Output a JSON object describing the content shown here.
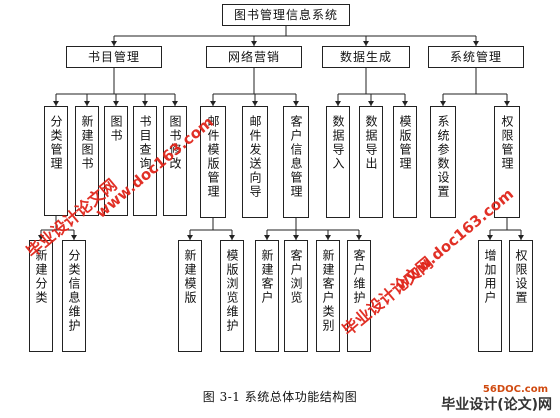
{
  "root": "图书管理信息系统",
  "modules": [
    {
      "name": "书目管理",
      "children": [
        {
          "name": "分类管理",
          "children": [
            "新建分类",
            "分类信息维护"
          ]
        },
        {
          "name": "新建图书",
          "children": []
        },
        {
          "name": "图书",
          "children": []
        },
        {
          "name": "书目查询",
          "children": []
        },
        {
          "name": "图书修改",
          "children": []
        }
      ]
    },
    {
      "name": "网络营销",
      "children": [
        {
          "name": "邮件模版管理",
          "children": [
            "新建模版",
            "模版浏览维护"
          ]
        },
        {
          "name": "邮件发送向导",
          "children": []
        },
        {
          "name": "客户信息管理",
          "children": [
            "新建客户",
            "客户浏览",
            "新建客户类别",
            "客户维护"
          ]
        }
      ]
    },
    {
      "name": "数据生成",
      "children": [
        {
          "name": "数据导入",
          "children": []
        },
        {
          "name": "数据导出",
          "children": []
        },
        {
          "name": "模版管理",
          "children": []
        }
      ]
    },
    {
      "name": "系统管理",
      "children": [
        {
          "name": "系统参数设置",
          "children": []
        },
        {
          "name": "权限管理",
          "children": [
            "增加用户",
            "权限设置"
          ]
        }
      ]
    }
  ],
  "caption": "图 3-1    系统总体功能结构图",
  "watermarks": [
    "www.doc163.com",
    "毕业设计论文网",
    "www.doc163.com",
    "毕业设计论文网"
  ],
  "logo": {
    "site": "56DOC.com",
    "text": "毕业设计(论文)网"
  }
}
